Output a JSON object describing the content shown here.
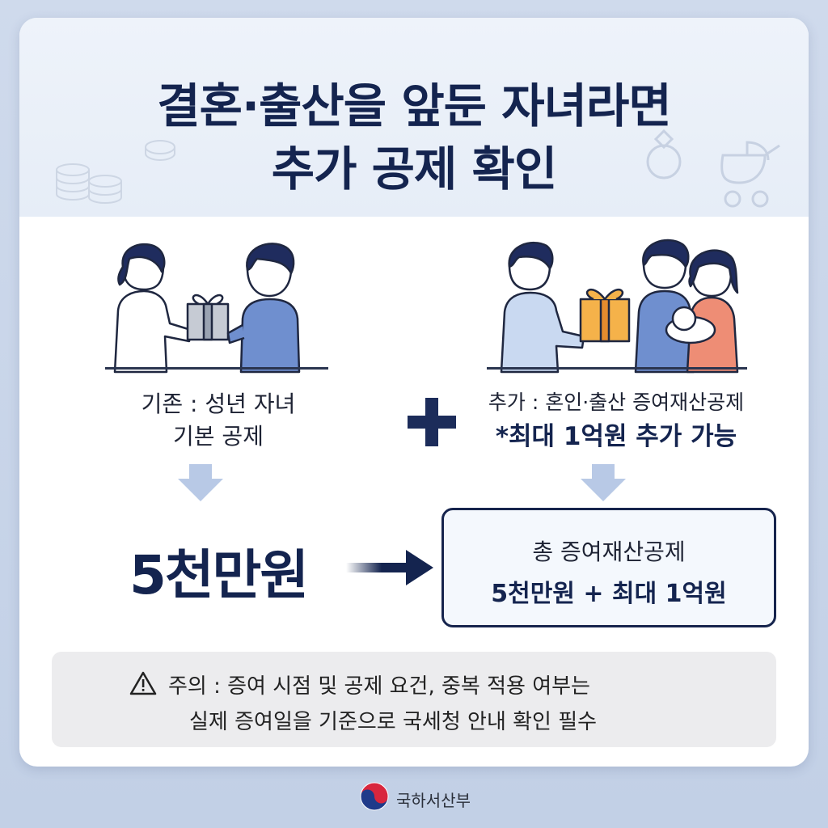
{
  "title": {
    "line1": "결혼·출산을 앞둔 자녀라면",
    "line2": "추가 공제 확인"
  },
  "left": {
    "caption_line1": "기존 : 성년 자녀",
    "caption_line2": "기본 공제",
    "amount": "5천만원"
  },
  "right": {
    "caption_line1": "추가 : 혼인·출산 증여재산공제",
    "caption_line2": "*최대 1억원 추가 가능"
  },
  "total": {
    "line1": "총 증여재산공제",
    "line2": "5천만원 + 최대 1억원"
  },
  "notice": {
    "line1": "주의 : 증여 시점 및 공제 요건, 중복 적용 여부는",
    "line2": "실제 증여일을 기준으로 국세청 안내 확인 필수"
  },
  "footer": {
    "org_name": "국하서산부"
  },
  "colors": {
    "navy": "#14244f",
    "blue_shirt": "#6f8fcf",
    "light_blue": "#c9d9f1",
    "gift_orange": "#f5b24a",
    "coral": "#ee8d75"
  },
  "icons": [
    "coin-stack-icon",
    "coin-icon",
    "ring-icon",
    "stroller-icon",
    "warning-icon",
    "government-logo-icon"
  ]
}
